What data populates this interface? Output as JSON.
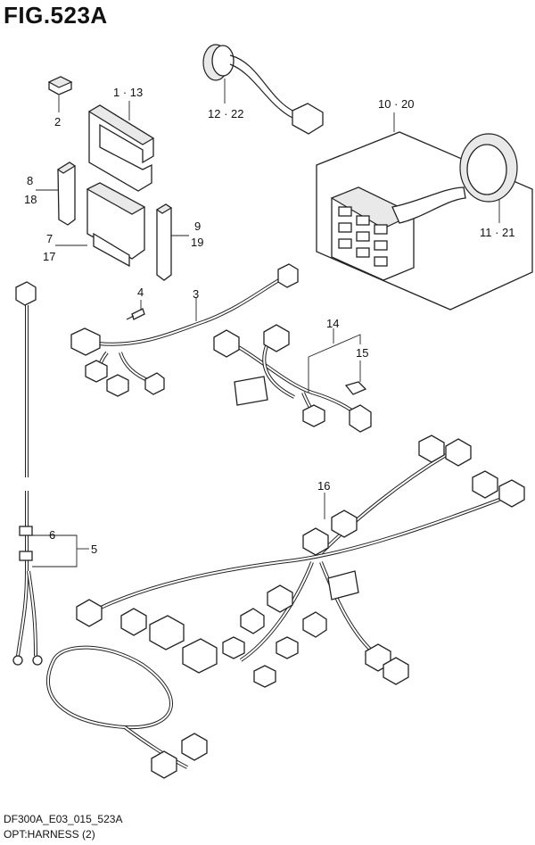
{
  "figure": {
    "title": "FIG.523A",
    "model_code": "DF300A_E03_015_523A",
    "caption": "OPT:HARNESS (2)"
  },
  "callouts": [
    {
      "id": "c-1-13",
      "text": "1 · 13"
    },
    {
      "id": "c-2",
      "text": "2"
    },
    {
      "id": "c-3",
      "text": "3"
    },
    {
      "id": "c-4",
      "text": "4"
    },
    {
      "id": "c-5",
      "text": "5"
    },
    {
      "id": "c-6",
      "text": "6"
    },
    {
      "id": "c-7",
      "text": "7"
    },
    {
      "id": "c-17",
      "text": "17"
    },
    {
      "id": "c-8",
      "text": "8"
    },
    {
      "id": "c-18",
      "text": "18"
    },
    {
      "id": "c-9",
      "text": "9"
    },
    {
      "id": "c-19",
      "text": "19"
    },
    {
      "id": "c-10-20",
      "text": "10 · 20"
    },
    {
      "id": "c-11-21",
      "text": "11 · 21"
    },
    {
      "id": "c-12-22",
      "text": "12 · 22"
    },
    {
      "id": "c-14",
      "text": "14"
    },
    {
      "id": "c-15",
      "text": "15"
    },
    {
      "id": "c-16",
      "text": "16"
    }
  ]
}
